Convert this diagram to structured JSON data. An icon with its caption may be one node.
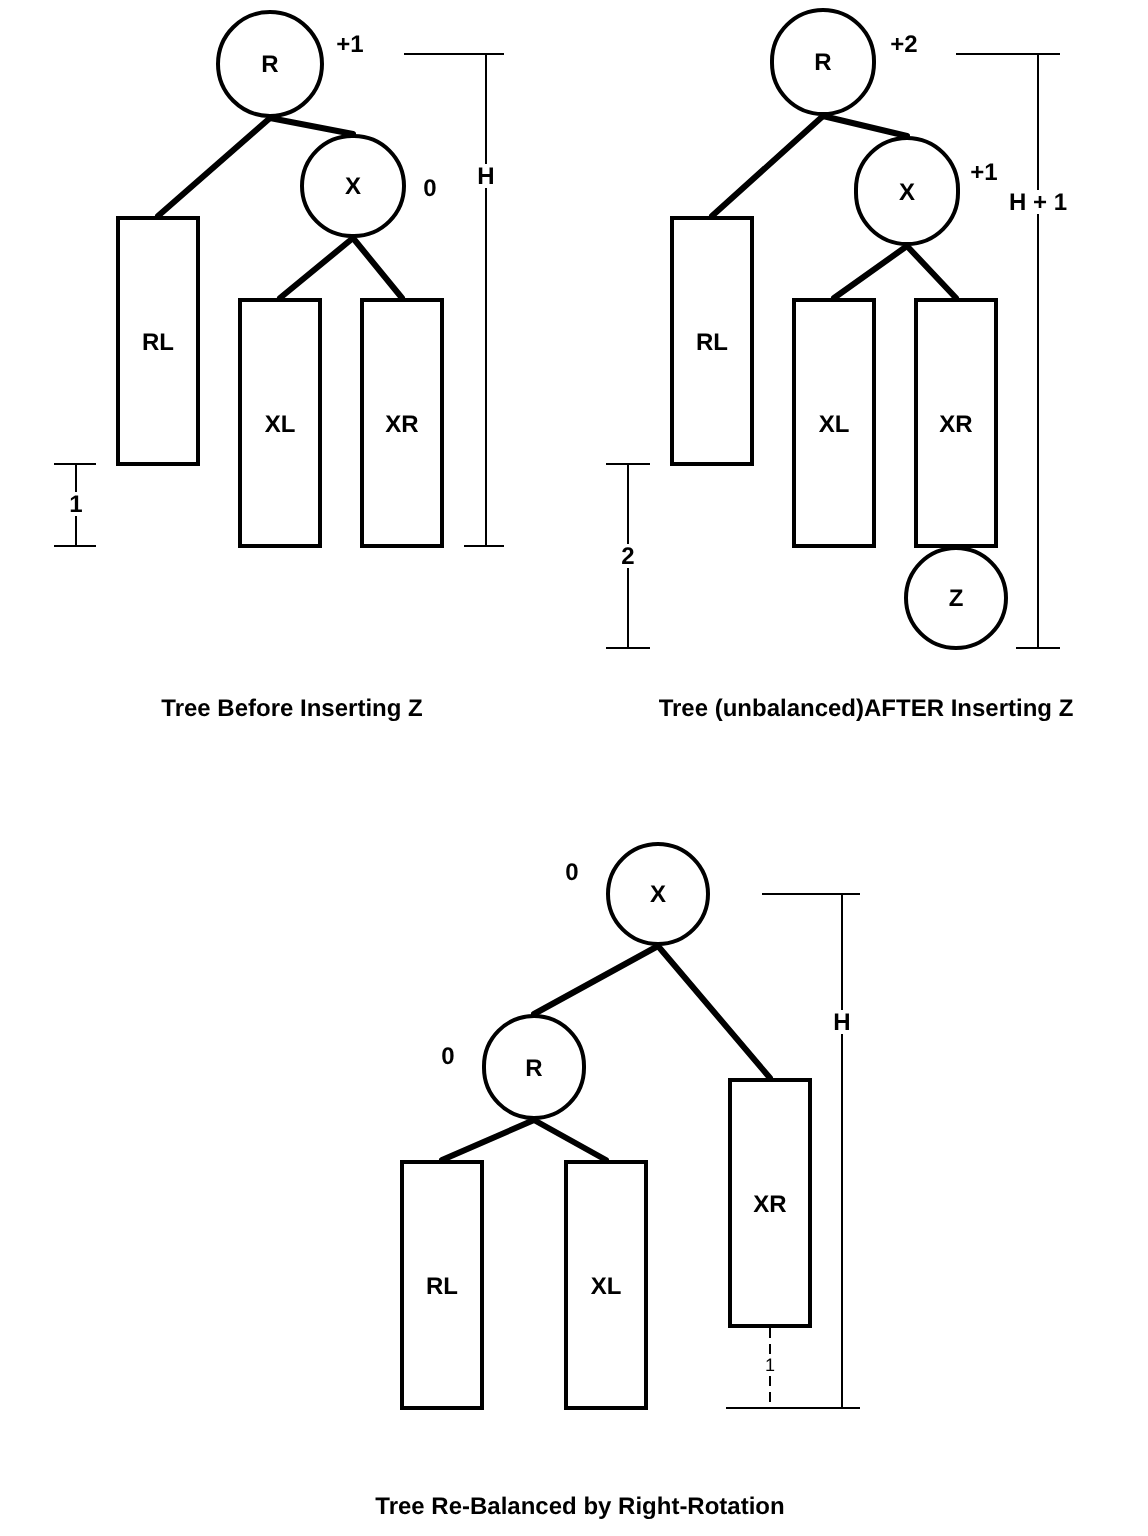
{
  "diagram": {
    "nodes": [
      {
        "text": [
          "R"
        ],
        "beside": [
          "+1"
        ]
      },
      {
        "text": [
          "X"
        ],
        "beside": [
          "0"
        ]
      },
      {
        "text": [
          "RL"
        ]
      },
      {
        "text": [
          "XL"
        ]
      },
      {
        "text": [
          "XR"
        ]
      },
      {
        "text": [
          "R"
        ],
        "beside": [
          "+2"
        ]
      },
      {
        "text": [
          "X"
        ],
        "beside": [
          "+1"
        ]
      },
      {
        "text": [
          "RL"
        ]
      },
      {
        "text": [
          "XL"
        ]
      },
      {
        "text": [
          "XR"
        ]
      },
      {
        "text": [
          "Z"
        ]
      },
      {
        "text": [
          "X"
        ],
        "beside": [
          "0"
        ]
      },
      {
        "text": [
          "R"
        ],
        "beside": [
          "0"
        ]
      },
      {
        "text": [
          "RL"
        ]
      },
      {
        "text": [
          "XL"
        ]
      },
      {
        "text": [
          "XR"
        ]
      }
    ],
    "edges": [
      {
        "from": 0,
        "to": 2,
        "arrow": "none"
      },
      {
        "from": 0,
        "to": 1,
        "arrow": "none"
      },
      {
        "from": 1,
        "to": 3,
        "arrow": "none"
      },
      {
        "from": 1,
        "to": 4,
        "arrow": "none"
      },
      {
        "from": 5,
        "to": 7,
        "arrow": "none"
      },
      {
        "from": 5,
        "to": 6,
        "arrow": "none"
      },
      {
        "from": 6,
        "to": 8,
        "arrow": "none"
      },
      {
        "from": 6,
        "to": 9,
        "arrow": "none"
      },
      {
        "from": 11,
        "to": 12,
        "arrow": "none"
      },
      {
        "from": 11,
        "to": 15,
        "arrow": "none"
      },
      {
        "from": 12,
        "to": 13,
        "arrow": "none"
      },
      {
        "from": 12,
        "to": 14,
        "arrow": "none"
      }
    ],
    "labels": [
      "H",
      "H + 1",
      "1",
      "2",
      "Tree Before Inserting Z",
      "Tree (unbalanced)AFTER Inserting Z",
      "H",
      "1",
      "Tree Re-Balanced by Right-Rotation"
    ]
  }
}
